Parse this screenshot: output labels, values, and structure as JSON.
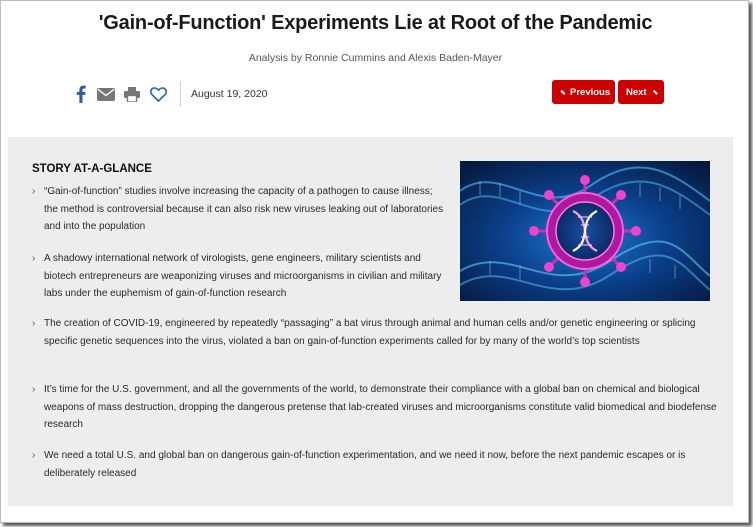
{
  "article": {
    "title": "'Gain-of-Function' Experiments Lie at Root of the Pandemic",
    "byline": "Analysis by Ronnie Cummins and Alexis Baden-Mayer",
    "date": "August 19, 2020"
  },
  "nav": {
    "previous_label": "Previous",
    "next_label": "Next"
  },
  "colors": {
    "accent": "#cc0000",
    "share_icon": "#3b5998",
    "panel_bg": "#ededed"
  },
  "icons": [
    "facebook-icon",
    "email-icon",
    "print-icon",
    "heart-icon",
    "chevron-left-icon",
    "chevron-right-icon"
  ],
  "glance": {
    "heading": "STORY AT-A-GLANCE",
    "items": [
      "“Gain-of-function” studies involve increasing the capacity of a pathogen to cause illness; the method is controversial because it can also risk new viruses leaking out of laboratories and into the population",
      "A shadowy international network of virologists, gene engineers, military scientists and biotech entrepreneurs are weaponizing viruses and microorganisms in civilian and military labs under the euphemism of gain-of-function research",
      "The creation of COVID-19, engineered by repeatedly “passaging” a bat virus through animal and human cells and/or genetic engineering or splicing specific genetic sequences into the virus, violated a ban on gain-of-function experiments called for by many of the world’s top scientists",
      "It’s time for the U.S. government, and all the governments of the world, to demonstrate their compliance with a global ban on chemical and biological weapons of mass destruction, dropping the dangerous pretense that lab-created viruses and microorganisms constitute valid biomedical and biodefense research",
      "We need a total U.S. and global ban on dangerous gain-of-function experimentation, and we need it now, before the next pandemic escapes or is deliberately released"
    ]
  }
}
